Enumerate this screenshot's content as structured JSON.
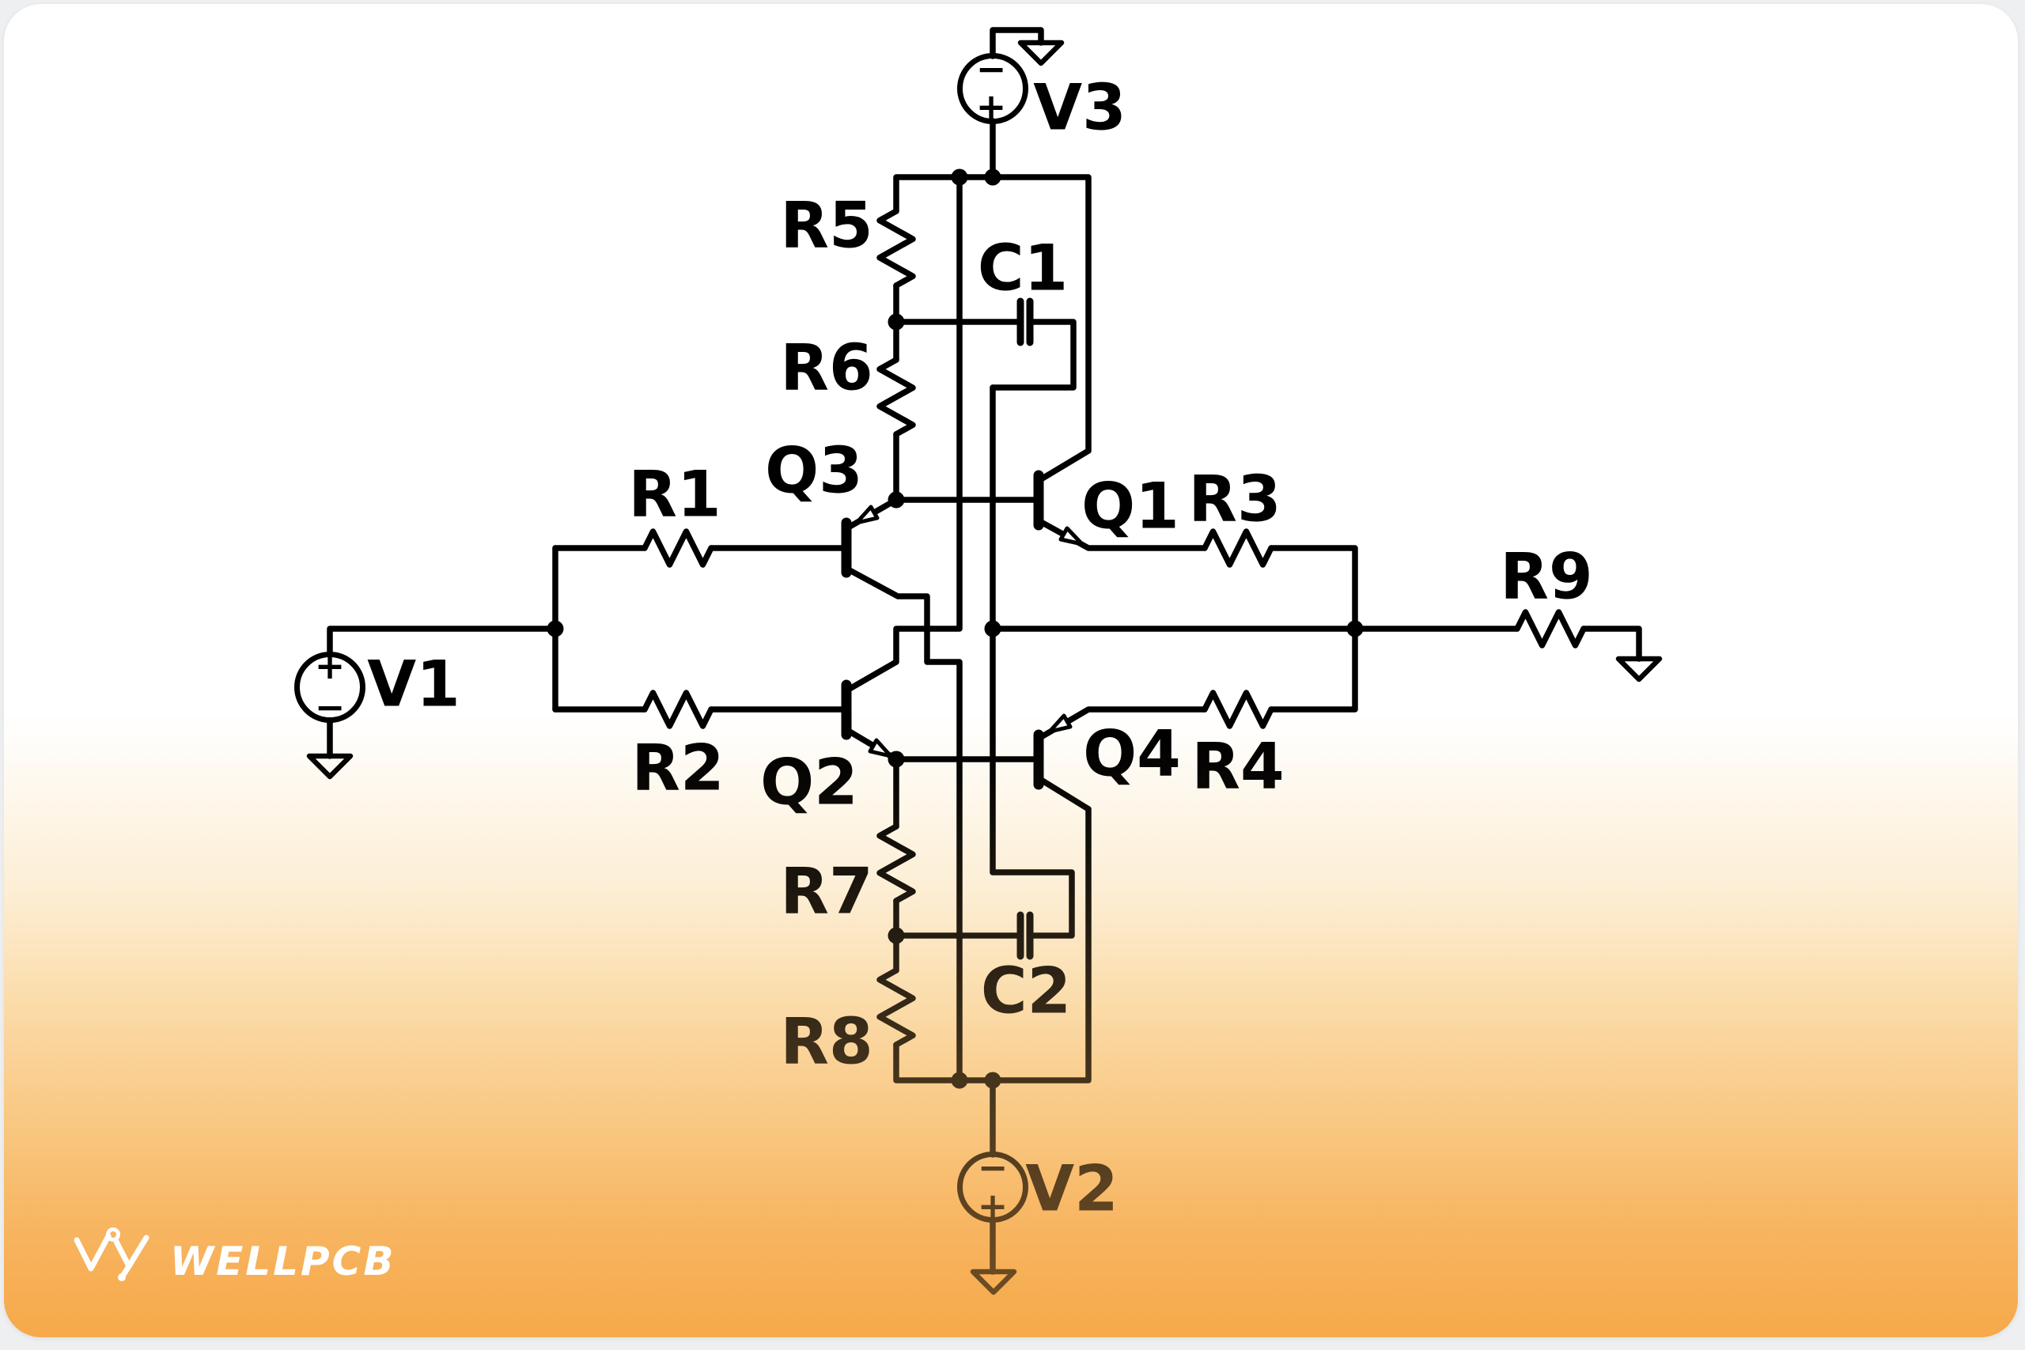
{
  "brand": {
    "name": "WELLPCB"
  },
  "schematic": {
    "symbols": {
      "plus": "+",
      "minus": "−"
    },
    "components": {
      "v1": {
        "label": "V1",
        "kind": "voltage-source",
        "polarity_top": "plus"
      },
      "v2": {
        "label": "V2",
        "kind": "voltage-source",
        "polarity_top": "minus"
      },
      "v3": {
        "label": "V3",
        "kind": "voltage-source",
        "polarity_top": "minus"
      },
      "r1": {
        "label": "R1",
        "kind": "resistor"
      },
      "r2": {
        "label": "R2",
        "kind": "resistor"
      },
      "r3": {
        "label": "R3",
        "kind": "resistor"
      },
      "r4": {
        "label": "R4",
        "kind": "resistor"
      },
      "r5": {
        "label": "R5",
        "kind": "resistor"
      },
      "r6": {
        "label": "R6",
        "kind": "resistor"
      },
      "r7": {
        "label": "R7",
        "kind": "resistor"
      },
      "r8": {
        "label": "R8",
        "kind": "resistor"
      },
      "r9": {
        "label": "R9",
        "kind": "resistor"
      },
      "c1": {
        "label": "C1",
        "kind": "capacitor"
      },
      "c2": {
        "label": "C2",
        "kind": "capacitor"
      },
      "q1": {
        "label": "Q1",
        "kind": "npn-transistor"
      },
      "q2": {
        "label": "Q2",
        "kind": "npn-transistor"
      },
      "q3": {
        "label": "Q3",
        "kind": "pnp-transistor"
      },
      "q4": {
        "label": "Q4",
        "kind": "pnp-transistor"
      }
    },
    "colors": {
      "line": "#000000",
      "orange": "#f6aa4c",
      "card": "#ffffff",
      "logo": "#ffffff"
    }
  }
}
